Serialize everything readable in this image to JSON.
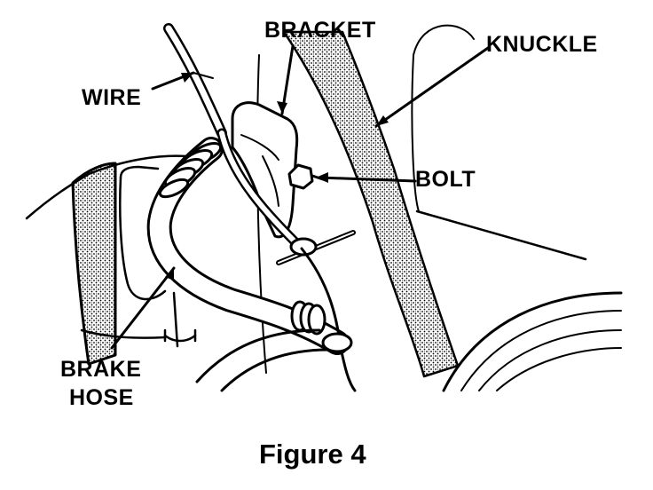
{
  "labels": {
    "bracket": "BRACKET",
    "knuckle": "KNUCKLE",
    "wire": "WIRE",
    "bolt": "BOLT",
    "brake_hose_line1": "BRAKE",
    "brake_hose_line2": "HOSE"
  },
  "caption": "Figure 4",
  "colors": {
    "ink": "#000000",
    "paper": "#ffffff"
  }
}
